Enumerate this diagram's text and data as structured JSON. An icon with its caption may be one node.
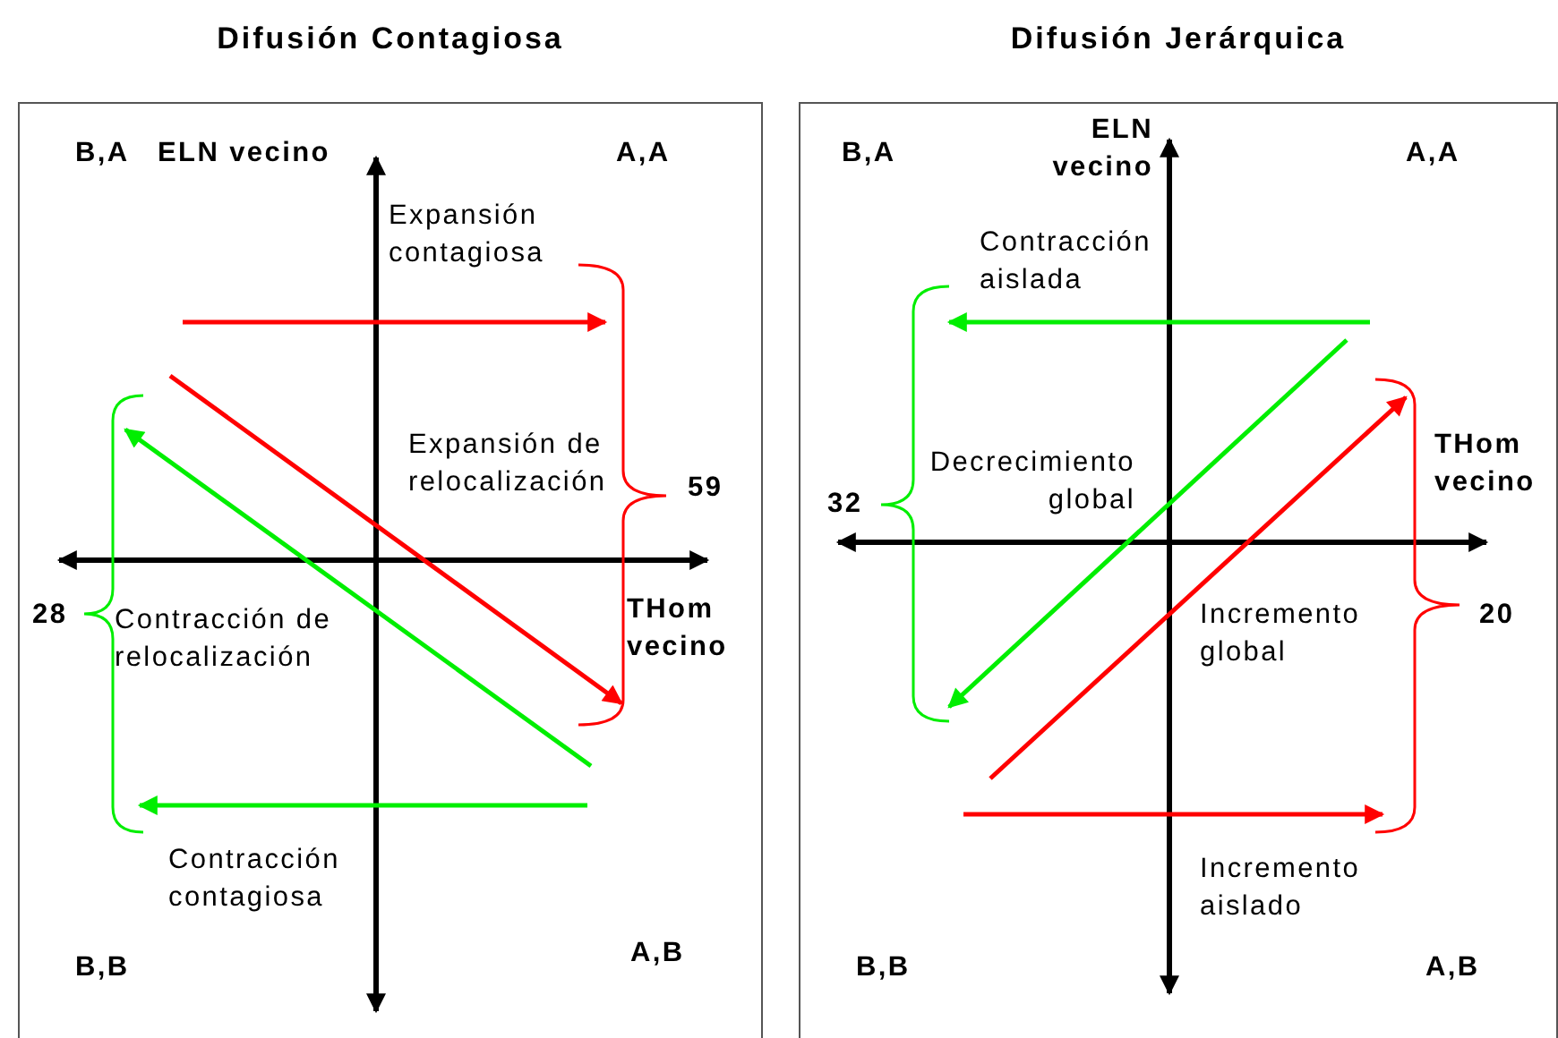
{
  "diagram": {
    "nodes": [
      {
        "text": [
          "Difusión Contagiosa"
        ]
      },
      {
        "text": [
          "Difusión Jerárquica"
        ]
      }
    ],
    "edges": [],
    "labels": [
      "B,A",
      "ELN vecino",
      "A,A",
      "Expansión contagiosa",
      "Expansión de relocalización",
      "59",
      "28",
      "Contracción de relocalización",
      "THom vecino",
      "Contracción contagiosa",
      "B,B",
      "A,B",
      "ELN vecino",
      "B,A",
      "A,A",
      "Contracción aislada",
      "Decrecimiento global",
      "THom vecino",
      "32",
      "Incremento global",
      "20",
      "Incremento aislado",
      "B,B",
      "A,B"
    ]
  }
}
